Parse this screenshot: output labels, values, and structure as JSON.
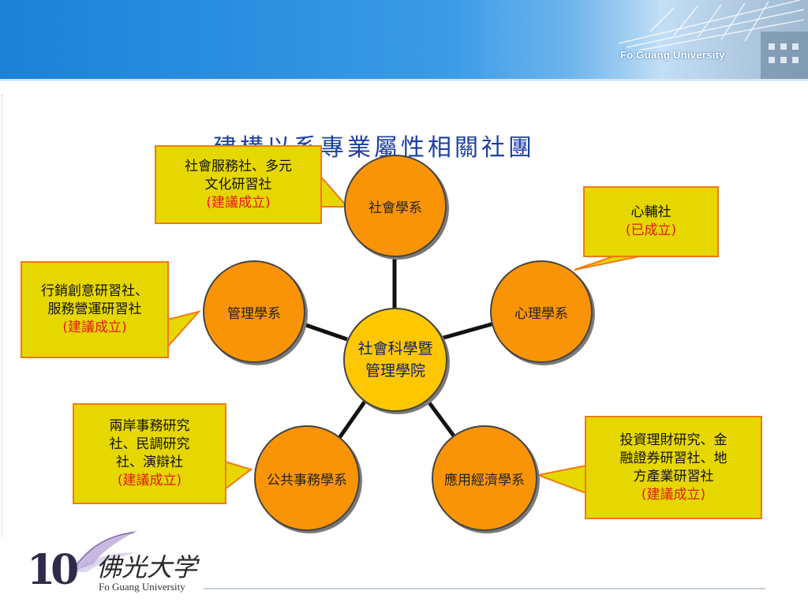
{
  "header": {
    "university_en": "Fo Guang University"
  },
  "title": "建構以系專業屬性相關社團",
  "diagram": {
    "center": {
      "line1": "社會科學暨",
      "line2": "管理學院"
    },
    "departments": [
      {
        "id": "sociology",
        "label": "社會學系"
      },
      {
        "id": "psychology",
        "label": "心理學系"
      },
      {
        "id": "economics",
        "label": "應用經濟學系"
      },
      {
        "id": "public-affairs",
        "label": "公共事務學系"
      },
      {
        "id": "management",
        "label": "管理學系"
      }
    ],
    "callouts": {
      "sociology": {
        "lines": [
          "社會服務社、多元",
          "文化研習社"
        ],
        "status": "(建議成立)"
      },
      "psychology": {
        "lines": [
          "心輔社"
        ],
        "status": "(已成立)"
      },
      "management": {
        "lines": [
          "行銷創意研習社、",
          "服務營運研習社"
        ],
        "status": "(建議成立)"
      },
      "public_affairs": {
        "lines": [
          "兩岸事務研究",
          "社、民調研究",
          "社、演辯社"
        ],
        "status": "(建議成立)"
      },
      "economics": {
        "lines": [
          "投資理財研究、金",
          "融證券研習社、地",
          "方產業研習社"
        ],
        "status": "(建議成立)"
      }
    }
  },
  "footer": {
    "logo_number": "10",
    "logo_cn": "佛光大学",
    "logo_en": "Fo Guang University"
  },
  "colors": {
    "banner": "#1a82d8",
    "node": "#f89406",
    "center": "#ffc700",
    "callout_fill": "#e6d700",
    "callout_border": "#f07a14",
    "status_text": "#e31919",
    "title": "#1c3fa0"
  }
}
